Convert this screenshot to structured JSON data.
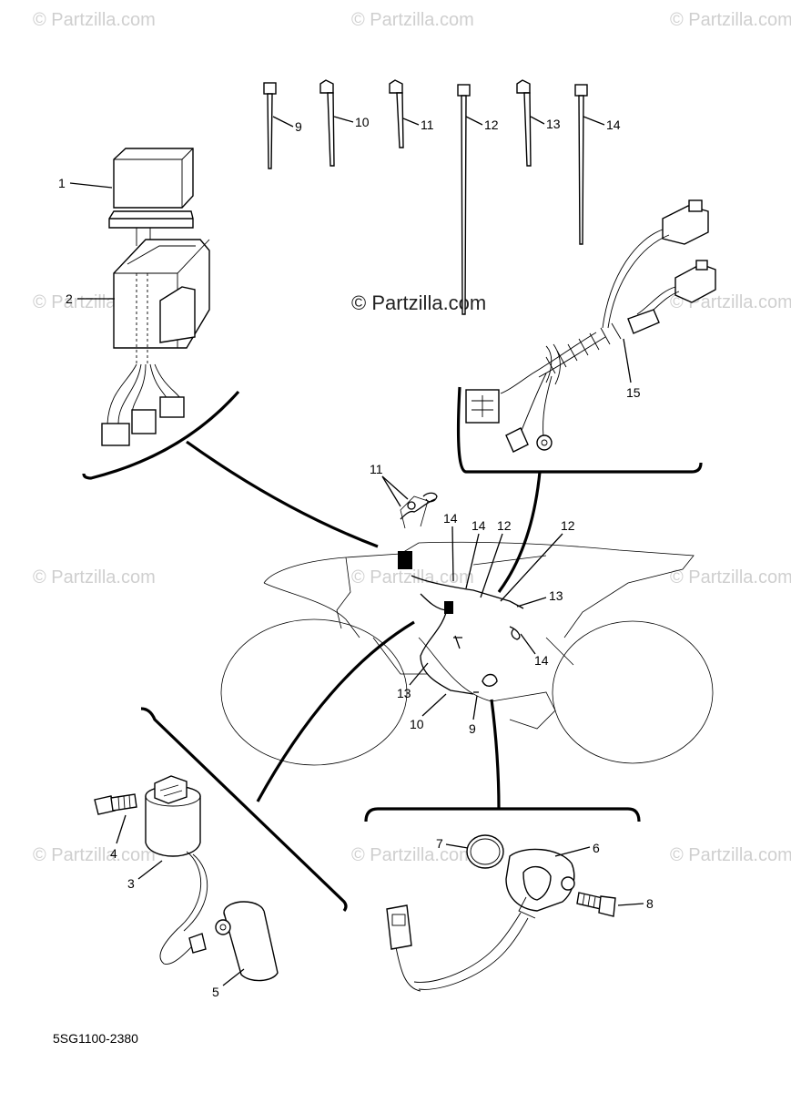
{
  "watermarks": [
    {
      "text": "© Partzilla.com",
      "pos": "top-left"
    },
    {
      "text": "© Partzilla.com",
      "pos": "top-center"
    },
    {
      "text": "© Partzilla.com",
      "pos": "top-right"
    },
    {
      "text": "© Partzilla.com",
      "pos": "upper-left"
    },
    {
      "text": "© Partzilla.com",
      "pos": "center"
    },
    {
      "text": "© Partzilla.com",
      "pos": "upper-right"
    },
    {
      "text": "© Partzilla.com",
      "pos": "mid-left"
    },
    {
      "text": "© Partzilla.com",
      "pos": "mid-center"
    },
    {
      "text": "© Partzilla.com",
      "pos": "mid-right"
    },
    {
      "text": "© Partzilla.com",
      "pos": "lower-left"
    },
    {
      "text": "© Partzilla.com",
      "pos": "lower-center"
    },
    {
      "text": "© Partzilla.com",
      "pos": "lower-right"
    }
  ],
  "callouts": {
    "p1": "1",
    "p2": "2",
    "p3": "3",
    "p4": "4",
    "p5": "5",
    "p6": "6",
    "p7": "7",
    "p8": "8",
    "top9": "9",
    "top10": "10",
    "top11": "11",
    "top12": "12",
    "top13": "13",
    "top14": "14",
    "p15": "15",
    "bike11": "11",
    "bike14a": "14",
    "bike14b": "14",
    "bike12a": "12",
    "bike12b": "12",
    "bike13a": "13",
    "bike14c": "14",
    "bike13b": "13",
    "bike10": "10",
    "bike9": "9"
  },
  "diagram_code": "5SG1100-2380",
  "icons": [
    "cdi-unit",
    "cdi-bracket",
    "ignition-coil",
    "bolt",
    "spark-plug-cap",
    "sensor",
    "o-ring",
    "cable-ties",
    "wire-harness",
    "motorcycle-outline"
  ]
}
